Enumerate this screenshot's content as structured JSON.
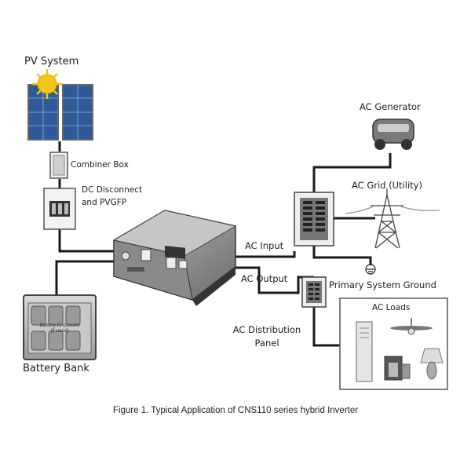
{
  "labels": {
    "pv_system": "PV System",
    "combiner_box": "Combiner Box",
    "dc_disconnect_line1": "DC Disconnect",
    "dc_disconnect_line2": "and PVGFP",
    "ac_generator": "AC Generator",
    "ac_grid": "AC Grid (Utility)",
    "ac_input": "AC Input",
    "ac_output": "AC Output",
    "primary_ground": "Primary System Ground",
    "ac_loads": "AC Loads",
    "ac_distribution_line1": "AC Distribution",
    "ac_distribution_line2": "Panel",
    "battery_bank": "Battery Bank",
    "battery_enclosure_line1": "Battery Enclosure",
    "battery_enclosure_line2": "(if used)"
  },
  "caption": "Figure 1. Typical Application of CNS110 series hybrid Inverter",
  "colors": {
    "wire": "#1a1a1a",
    "panel_blue": "#2f5a98",
    "sun": "#f5c518",
    "device_gray": "#7a7a7a",
    "inverter_body": "#8f8f8f"
  }
}
